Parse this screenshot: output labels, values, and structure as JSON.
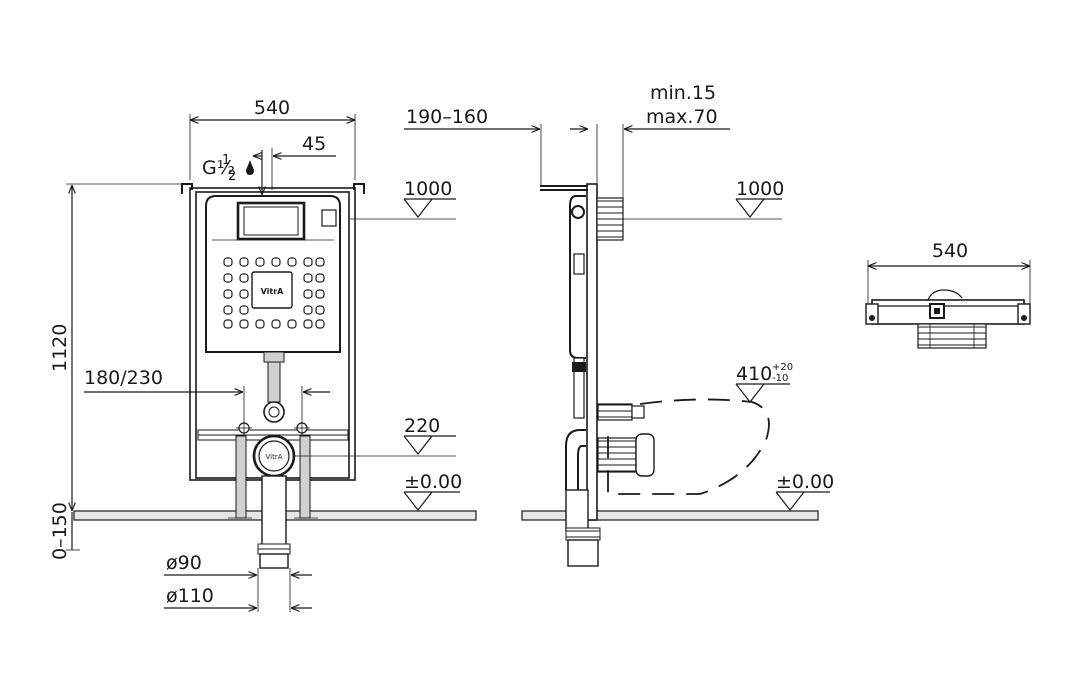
{
  "front_view": {
    "width_label": "540",
    "inlet_label": "G½",
    "inlet_frac_top": "1",
    "inlet_frac_bottom": "2",
    "inlet_offset_label": "45",
    "height_label": "1120",
    "floor_range_label": "0–150",
    "bracket_spacing_label": "180/230",
    "level_1000_label": "1000",
    "level_220_label": "220",
    "level_zero_label": "±0.00",
    "pipe_d90_label": "ø90",
    "pipe_d110_label": "ø110",
    "brand_logo": "VitrA",
    "outlet_logo": "VitrA"
  },
  "side_view": {
    "range_label": "190–160",
    "min_label": "min.15",
    "max_label": "max.70",
    "level_1000_label": "1000",
    "level_410_label": "410",
    "level_410_tol_plus": "+20",
    "level_410_tol_minus": "-10",
    "level_zero_label": "±0.00"
  },
  "top_view": {
    "width_label": "540"
  }
}
